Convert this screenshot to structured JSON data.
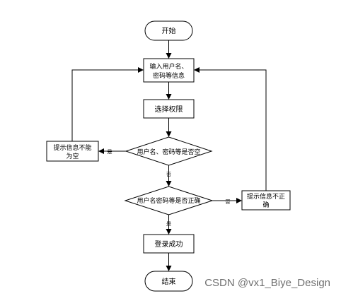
{
  "flowchart": {
    "start": "开始",
    "input_line1": "输入用户名、",
    "input_line2": "密码等信息",
    "select_permission": "选择权限",
    "check_empty": "用户名、密码等是否空",
    "hint_empty_line1": "提示信息不能",
    "hint_empty_line2": "为空",
    "check_correct": "用户名密码等是否正确",
    "hint_wrong_line1": "提示信息不正",
    "hint_wrong_line2": "确",
    "login_success": "登录成功",
    "end": "结束",
    "label_yes_empty": "是",
    "label_no_empty": "否",
    "label_no_correct": "否",
    "label_yes_correct": "是"
  },
  "watermark": "CSDN @vx1_Biye_Design"
}
